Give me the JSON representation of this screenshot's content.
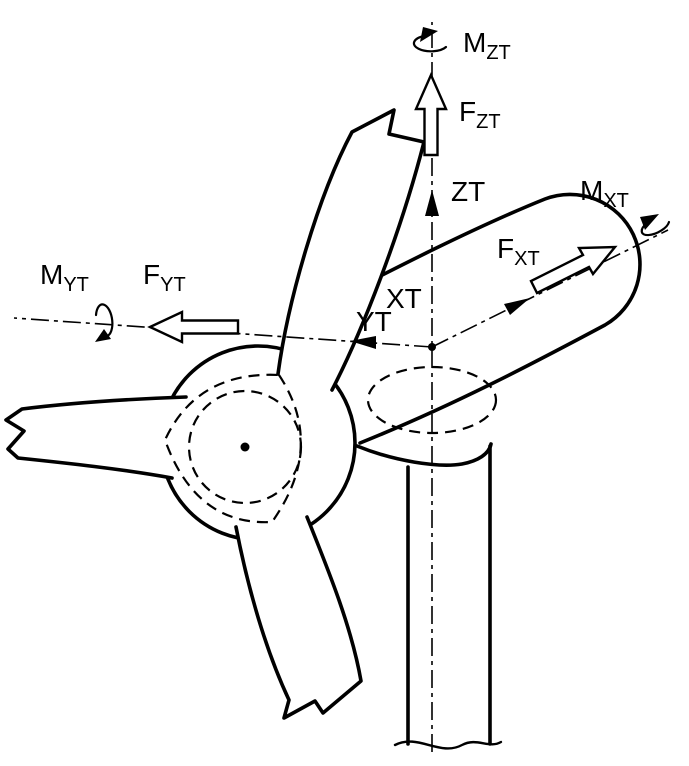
{
  "figure": {
    "type": "wind-turbine-tower-top-load-diagram",
    "colors": {
      "line": "#000000",
      "background": "#ffffff"
    },
    "axes": [
      {
        "id": "zt",
        "label": "ZT"
      },
      {
        "id": "xt",
        "label": "XT"
      },
      {
        "id": "yt",
        "label": "YT"
      }
    ],
    "forces": [
      {
        "id": "fzt",
        "main": "F",
        "sub": "ZT"
      },
      {
        "id": "fxt",
        "main": "F",
        "sub": "XT"
      },
      {
        "id": "fyt",
        "main": "F",
        "sub": "YT"
      }
    ],
    "moments": [
      {
        "id": "mzt",
        "main": "M",
        "sub": "ZT"
      },
      {
        "id": "mxt",
        "main": "M",
        "sub": "XT"
      },
      {
        "id": "myt",
        "main": "M",
        "sub": "YT"
      }
    ]
  }
}
